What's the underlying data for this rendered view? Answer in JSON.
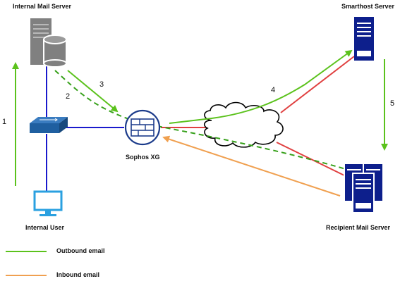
{
  "nodes": {
    "internal_mail_server": "Internal Mail Server",
    "smarthost_server": "Smarthost Server",
    "sophos_xg": "Sophos XG",
    "internal_user": "Internal User",
    "recipient_mail_server": "Recipient Mail Server"
  },
  "steps": [
    "1",
    "2",
    "3",
    "4",
    "5"
  ],
  "legend": {
    "outbound": "Outbound email",
    "inbound": "Inbound email"
  },
  "colors": {
    "outbound": "#5bc21c",
    "inbound": "#f0a050",
    "lan": "#1a1acc",
    "wan": "#e04040",
    "server_grey": "#808080",
    "server_blue": "#0d1f8c",
    "switch_blue": "#1f5fa0",
    "monitor_blue": "#2aa0e0"
  }
}
